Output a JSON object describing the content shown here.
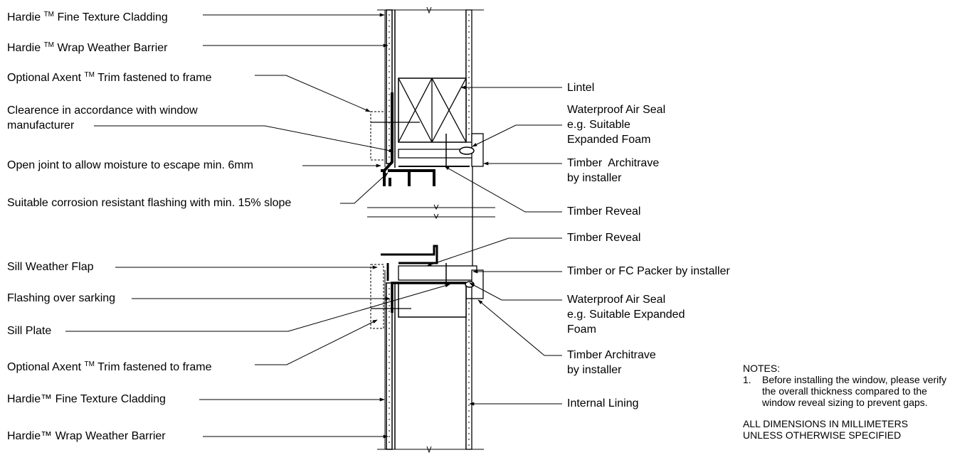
{
  "left_labels": [
    {
      "id": "hardie-cladding-top",
      "text": "Hardie ",
      "tm": "TM",
      "rest": " Fine Texture Cladding"
    },
    {
      "id": "hardie-wrap-top",
      "text": "Hardie ",
      "tm": "TM",
      "rest": " Wrap Weather Barrier"
    },
    {
      "id": "axent-trim-top",
      "text": "Optional Axent ",
      "tm": "TM",
      "rest": " Trim fastened to frame"
    },
    {
      "id": "clearance",
      "line1": "Clearence in accordance with window",
      "line2": "manufacturer"
    },
    {
      "id": "open-joint",
      "text": "Open joint to allow moisture to escape min. 6mm"
    },
    {
      "id": "flashing-slope",
      "text": "Suitable corrosion resistant flashing with min. 15% slope"
    },
    {
      "id": "sill-flap",
      "text": "Sill Weather Flap"
    },
    {
      "id": "flashing-sarking",
      "text": "Flashing over sarking"
    },
    {
      "id": "sill-plate",
      "text": "Sill Plate"
    },
    {
      "id": "axent-trim-bottom",
      "text": "Optional Axent ",
      "tm": "TM",
      "rest": " Trim fastened to frame"
    },
    {
      "id": "hardie-cladding-bottom",
      "text": "Hardie™ Fine Texture Cladding"
    },
    {
      "id": "hardie-wrap-bottom",
      "text": "Hardie™ Wrap Weather Barrier"
    }
  ],
  "right_labels": [
    {
      "id": "lintel",
      "text": "Lintel"
    },
    {
      "id": "air-seal-top",
      "line1": "Waterproof Air Seal",
      "line2": "e.g. Suitable",
      "line3": "Expanded Foam"
    },
    {
      "id": "architrave-top",
      "line1": "Timber  Architrave",
      "line2": "by installer"
    },
    {
      "id": "reveal-top",
      "text": "Timber Reveal"
    },
    {
      "id": "reveal-bottom",
      "text": "Timber Reveal"
    },
    {
      "id": "packer",
      "text": "Timber or FC Packer by installer"
    },
    {
      "id": "air-seal-bottom",
      "line1": "Waterproof Air Seal",
      "line2": "e.g. Suitable Expanded",
      "line3": "Foam"
    },
    {
      "id": "architrave-bottom",
      "line1": "Timber Architrave",
      "line2": "by installer"
    },
    {
      "id": "internal-lining",
      "text": "Internal Lining"
    }
  ],
  "notes": {
    "heading": "NOTES:",
    "item_number": "1.",
    "item_line1": "Before installing the window, please verify",
    "item_line2": "the overall thickness compared to the",
    "item_line3": "window reveal sizing to prevent gaps.",
    "footer_line1": "ALL DIMENSIONS IN MILLIMETERS",
    "footer_line2": "UNLESS OTHERWISE SPECIFIED"
  }
}
